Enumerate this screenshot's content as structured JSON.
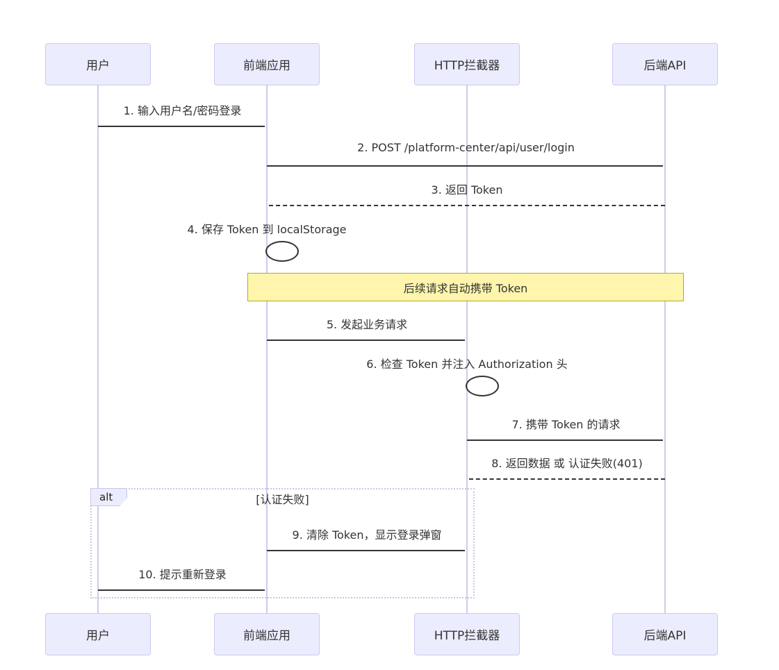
{
  "diagram": {
    "type": "sequence-diagram",
    "participants": [
      {
        "id": "user",
        "label": "用户"
      },
      {
        "id": "frontend",
        "label": "前端应用"
      },
      {
        "id": "interceptor",
        "label": "HTTP拦截器"
      },
      {
        "id": "backend",
        "label": "后端API"
      }
    ],
    "messages": [
      {
        "label": "1. 输入用户名/密码登录",
        "from": "用户",
        "to": "前端应用",
        "line": "solid"
      },
      {
        "label": "2. POST /platform-center/api/user/login",
        "from": "前端应用",
        "to": "后端API",
        "line": "solid"
      },
      {
        "label": "3. 返回 Token",
        "from": "后端API",
        "to": "前端应用",
        "line": "dashed"
      },
      {
        "label": "4. 保存 Token 到 localStorage",
        "from": "前端应用",
        "to": "前端应用",
        "line": "self-loop"
      },
      {
        "label": "5. 发起业务请求",
        "from": "前端应用",
        "to": "HTTP拦截器",
        "line": "solid"
      },
      {
        "label": "6. 检查 Token 并注入 Authorization 头",
        "from": "HTTP拦截器",
        "to": "HTTP拦截器",
        "line": "self-loop"
      },
      {
        "label": "7. 携带 Token 的请求",
        "from": "HTTP拦截器",
        "to": "后端API",
        "line": "solid"
      },
      {
        "label": "8. 返回数据 或 认证失败(401)",
        "from": "后端API",
        "to": "HTTP拦截器",
        "line": "dashed"
      },
      {
        "label": "9. 清除 Token，显示登录弹窗",
        "from": "HTTP拦截器",
        "to": "前端应用",
        "line": "solid"
      },
      {
        "label": "10. 提示重新登录",
        "from": "前端应用",
        "to": "用户",
        "line": "solid"
      }
    ],
    "note": {
      "label": "后续请求自动携带 Token"
    },
    "alt_block": {
      "label": "alt",
      "condition": "[认证失败]"
    },
    "colors": {
      "participant_fill": "#ECECFF",
      "participant_border": "#C9C9F0",
      "lifeline": "#CCCCEC",
      "message_line": "#333333",
      "note_fill": "#FFF5AD",
      "note_border": "#AAAA33",
      "alt_border": "#C6C6E8",
      "text": "#333333",
      "background": "#FFFFFF"
    }
  }
}
